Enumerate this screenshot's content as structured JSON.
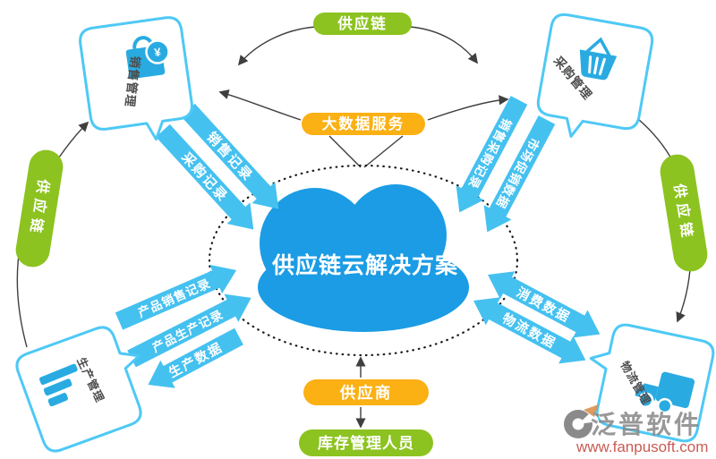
{
  "cloud": {
    "label": "供应链云解决方案"
  },
  "pills": {
    "supply_chain_top": "供应链",
    "supply_chain_left": "供应链",
    "supply_chain_right": "供应链",
    "big_data_service": "大数据服务",
    "supplier": "供应商",
    "inventory_staff": "库存管理人员"
  },
  "nodes": {
    "sales_mgmt": "销售管理",
    "purchase_mgmt": "采购管理",
    "production_mgmt": "生产管理",
    "logistics_mgmt": "物流管理"
  },
  "flow_labels": {
    "sales_records": "销售记录",
    "purchase_records": "采购记录",
    "sales_purchase_records": "销售采购记录",
    "market_promo_data": "市场促销数据",
    "product_sales_records": "产品销售记录",
    "product_production_records": "产品生产记录",
    "production_data": "生产数据",
    "consumption_data": "消费数据",
    "logistics_data": "物流数据"
  },
  "icons": {
    "sales": "shopping-bag-icon",
    "purchase": "shopping-basket-icon",
    "production": "bar-chart-icon",
    "logistics": "truck-icon",
    "currency_badge": "¥"
  },
  "watermark": {
    "brand": "泛普软件",
    "url": "www.fanpusoft.com"
  },
  "colors": {
    "arrow_blue": "#45C1F0",
    "bubble_border_blue": "#4EC9F5",
    "icon_blue": "#29ABE2",
    "cloud_blue": "#1B9CE4",
    "green": "#8CC320",
    "yellow": "#FBB013",
    "line_gray": "#3F3F3F",
    "watermark_gray": "#8A8A8A",
    "watermark_red": "#C2453C"
  }
}
